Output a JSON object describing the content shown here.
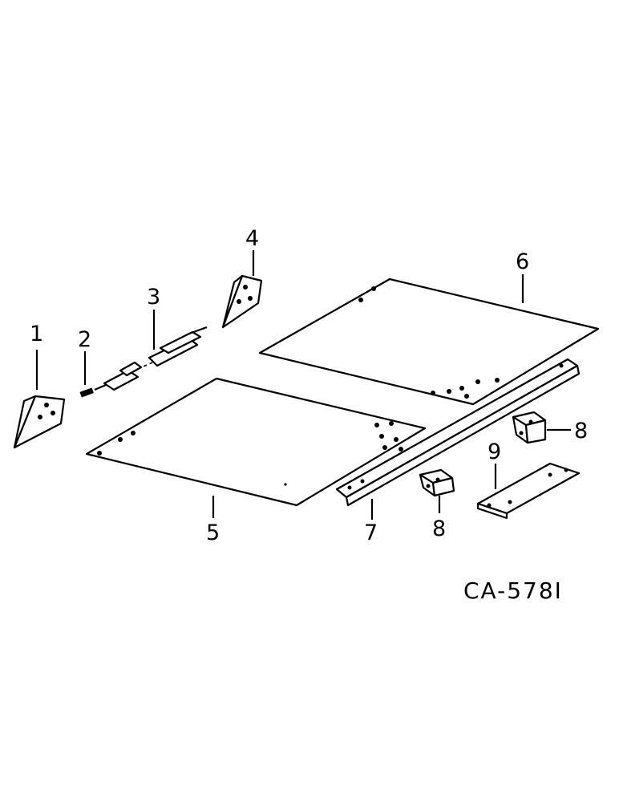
{
  "callouts": {
    "c1": "1",
    "c2": "2",
    "c3": "3",
    "c4": "4",
    "c5": "5",
    "c6": "6",
    "c7": "7",
    "c8a": "8",
    "c8b": "8",
    "c9": "9"
  },
  "figure_code": "CA-578I",
  "colors": {
    "ink": "#000000",
    "paper": "#ffffff"
  }
}
